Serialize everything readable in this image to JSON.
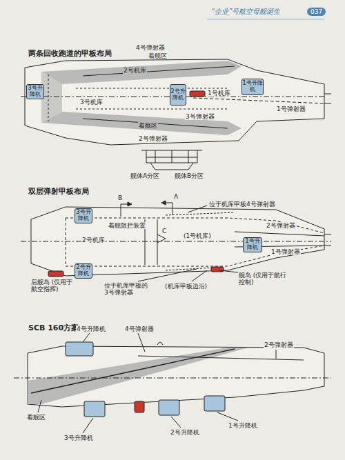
{
  "diagram": {
    "nodes": [
      {
        "text": [
          "3号升降机"
        ]
      },
      {
        "text": [
          "2号升降机"
        ]
      },
      {
        "text": [
          "1号升降机"
        ]
      },
      {
        "text": [
          "3号升降机"
        ]
      },
      {
        "text": [
          "1号升降机"
        ]
      },
      {
        "text": [
          "2号升降机"
        ]
      }
    ],
    "edges": [],
    "labels": [
      "“企业”号航空母舰诞生",
      "037",
      "两条回收跑道的甲板布局",
      "4号弹射器",
      "着舰区",
      "2号机库",
      "3号机库",
      "1号机库",
      "1号弹射器",
      "3号弹射器",
      "着舰区",
      "2号弹射器",
      "舰体A分区",
      "舰体B分区",
      "双层弹射甲板布局",
      "B",
      "A",
      "位于机库甲板4号弹射器",
      "2号机库",
      "着舰阻拦装置",
      "C",
      "(1号机库)",
      "2号弹射器",
      "1号弹射器",
      "后舰岛 (仅用于航空指挥)",
      "位于机库甲板的3号弹射器",
      "(机库甲板边沿)",
      "舰岛 (仅用于航行控制)",
      "SCB 160方案",
      "4号升降机",
      "4号弹射器",
      "2号弹射器",
      "着舰区",
      "3号升降机",
      "2号升降机",
      "1号升降机"
    ]
  }
}
